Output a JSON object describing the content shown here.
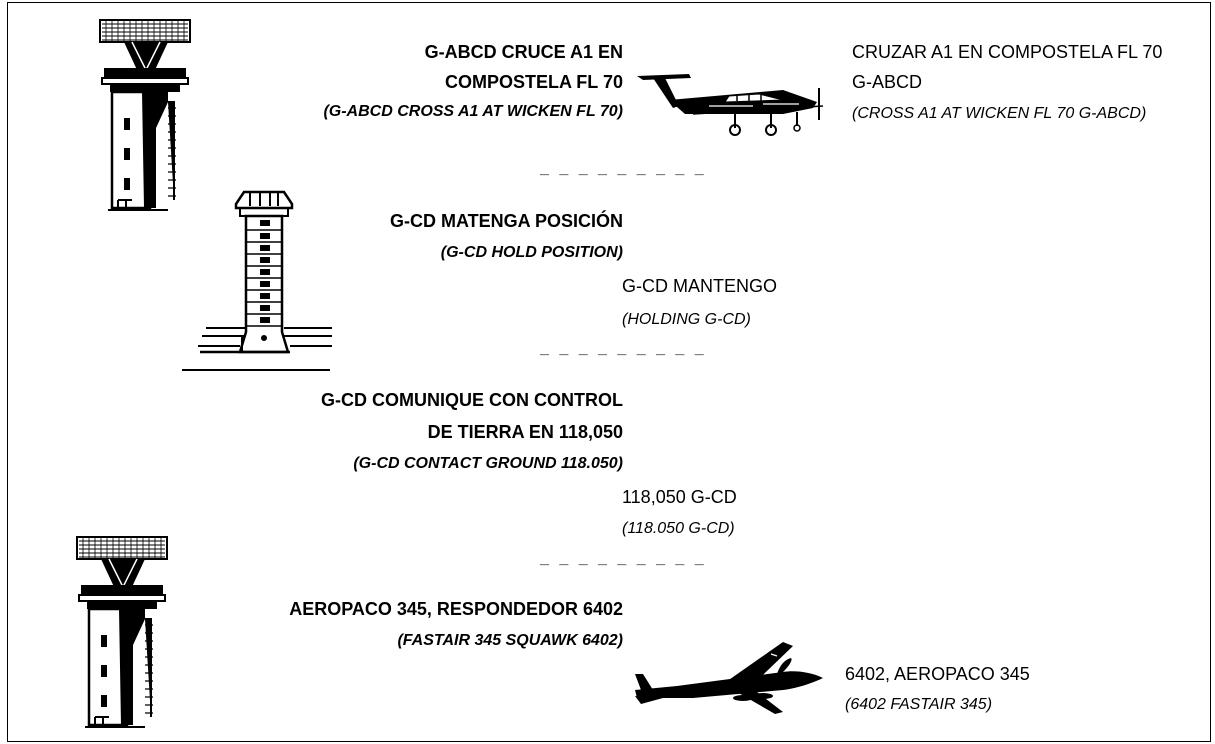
{
  "exchange1": {
    "atc_es_line1": "G-ABCD CRUCE A1 EN",
    "atc_es_line2": "COMPOSTELA FL 70",
    "atc_en": "(G-ABCD CROSS A1 AT WICKEN FL 70)",
    "pilot_es_line1": "CRUZAR A1 EN COMPOSTELA FL 70",
    "pilot_es_line2": "G-ABCD",
    "pilot_en": "(CROSS A1 AT WICKEN FL 70 G-ABCD)"
  },
  "exchange2": {
    "atc_es": "G-CD MATENGA POSICIÓN",
    "atc_en": "(G-CD HOLD POSITION)",
    "pilot_es": "G-CD MANTENGO",
    "pilot_en": "(HOLDING G-CD)"
  },
  "exchange3": {
    "atc_es_line1": "G-CD COMUNIQUE CON CONTROL",
    "atc_es_line2": "DE TIERRA EN 118,050",
    "atc_en": "(G-CD CONTACT GROUND 118.050)",
    "pilot_es": "118,050 G-CD",
    "pilot_en": "(118.050 G-CD)"
  },
  "exchange4": {
    "atc_es": "AEROPACO 345, RESPONDEDOR 6402",
    "atc_en": "(FASTAIR 345 SQUAWK 6402)",
    "pilot_es": "6402, AEROPACO 345",
    "pilot_en": "(6402 FASTAIR 345)"
  },
  "separator": "_ _ _ _ _ _ _ _ _"
}
